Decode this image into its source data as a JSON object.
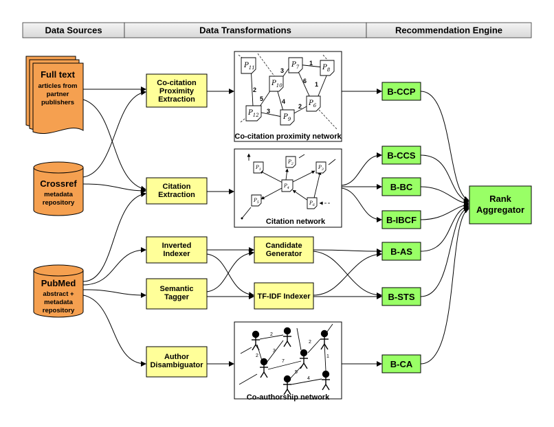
{
  "headers": {
    "sources": "Data Sources",
    "transformations": "Data Transformations",
    "engine": "Recommendation Engine"
  },
  "sources": {
    "fulltext": {
      "title": "Full text",
      "sub1": "articles from",
      "sub2": "partner",
      "sub3": "publishers"
    },
    "crossref": {
      "title": "Crossref",
      "sub1": "metadata",
      "sub2": "repository"
    },
    "pubmed": {
      "title": "PubMed",
      "sub1": "abstract +",
      "sub2": "metadata",
      "sub3": "repository"
    }
  },
  "transforms": {
    "cocitation": {
      "l1": "Co-citation",
      "l2": "Proximity",
      "l3": "Extraction"
    },
    "citation": {
      "l1": "Citation",
      "l2": "Extraction"
    },
    "inverted": {
      "l1": "Inverted",
      "l2": "Indexer"
    },
    "semantic": {
      "l1": "Semantic",
      "l2": "Tagger"
    },
    "author": {
      "l1": "Author",
      "l2": "Disambiguator"
    },
    "candidate": {
      "l1": "Candidate",
      "l2": "Generator"
    },
    "tfidf": {
      "l1": "TF-IDF Indexer"
    }
  },
  "networks": {
    "cocitation_caption": "Co-citation proximity network",
    "citation_caption": "Citation network",
    "coauthorship_caption": "Co-authorship network",
    "cocitation_nodes": [
      "P",
      "P",
      "P",
      "P",
      "P",
      "P",
      "P"
    ],
    "cocitation_subs": [
      "11",
      "10",
      "7",
      "8",
      "12",
      "9",
      "6"
    ],
    "cocitation_weights": [
      "3",
      "1",
      "6",
      "1",
      "2",
      "5",
      "4",
      "2",
      "3"
    ],
    "citation_nodes": [
      "P",
      "P",
      "P",
      "P",
      "P",
      "P"
    ],
    "citation_subs": [
      "1",
      "2",
      "3",
      "4",
      "5",
      "6"
    ],
    "coauthor_weights": [
      "2",
      "3",
      "2",
      "2",
      "7",
      "5",
      "4",
      "1"
    ]
  },
  "engine": {
    "bccp": "B-CCP",
    "bccs": "B-CCS",
    "bbc": "B-BC",
    "bibcf": "B-IBCF",
    "bas": "B-AS",
    "bsts": "B-STS",
    "bca": "B-CA",
    "rank1": "Rank",
    "rank2": "Aggregator"
  },
  "colors": {
    "source_fill": "#f5a050",
    "transform_fill": "#ffff99",
    "engine_fill": "#99ff66",
    "header_fill": "#e8e8e8"
  }
}
